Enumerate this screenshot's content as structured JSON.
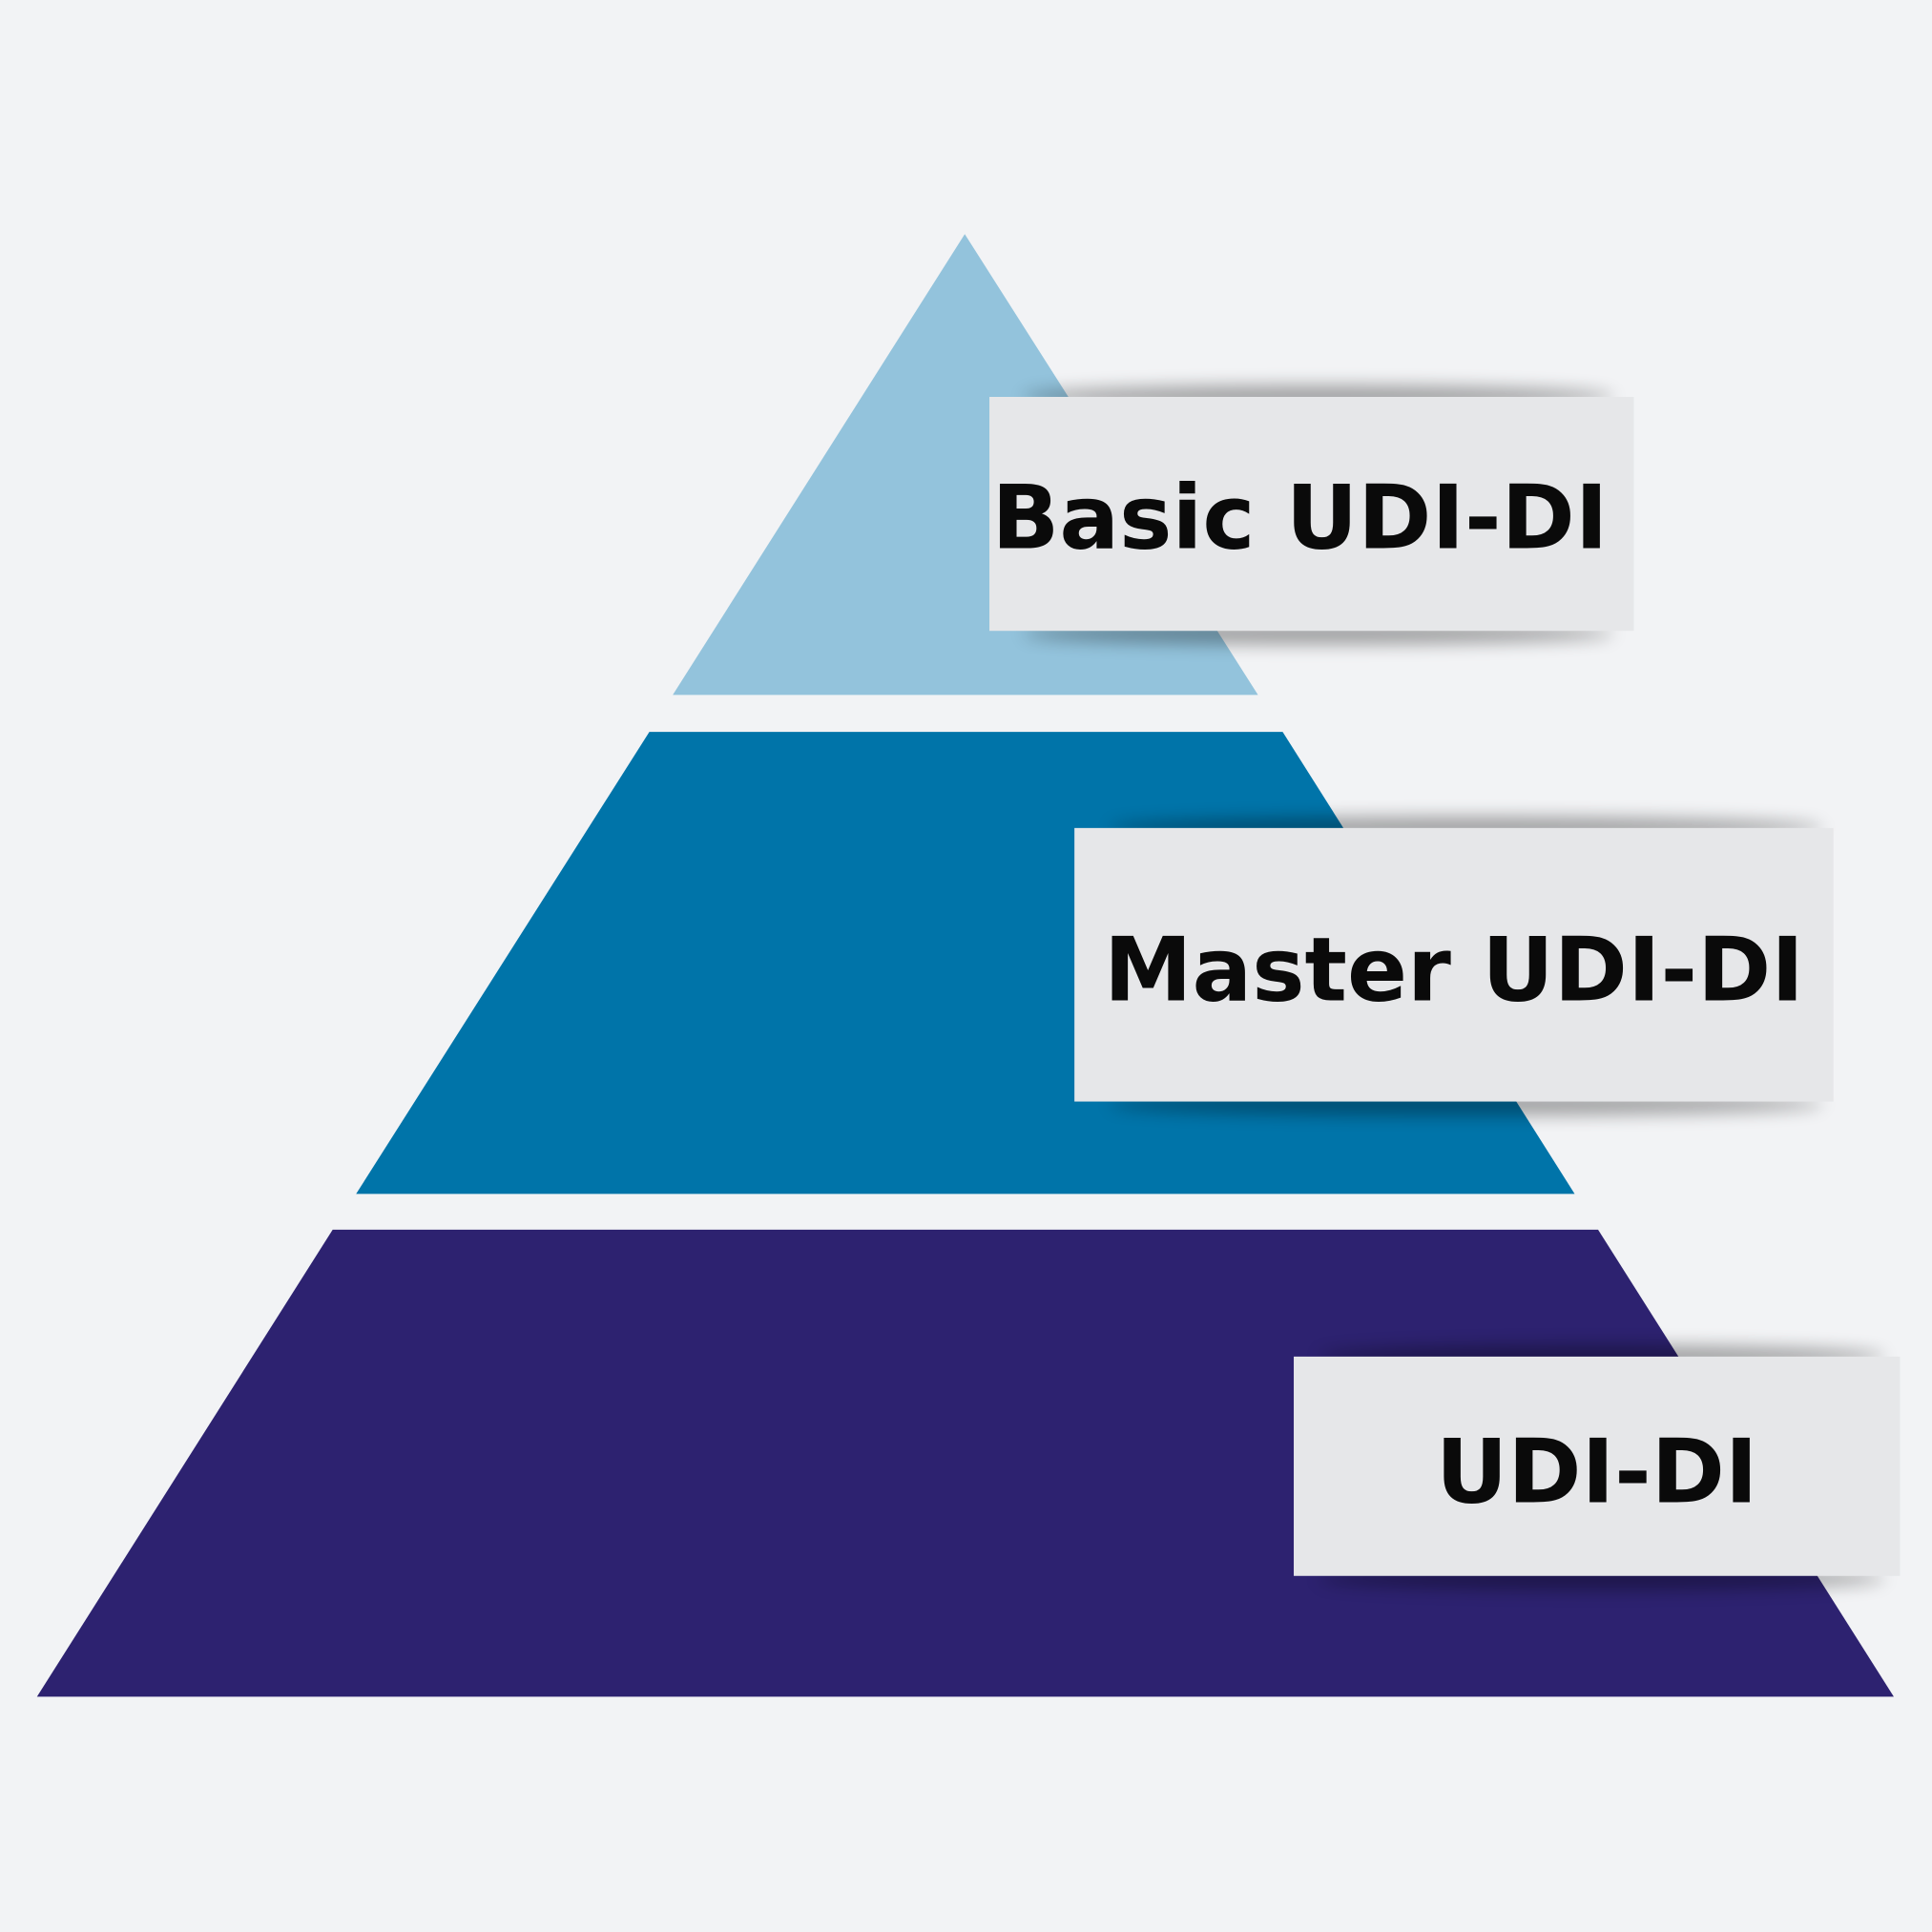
{
  "diagram": {
    "type": "pyramid",
    "levels": [
      {
        "label": "Basic UDI-DI",
        "color": "#93c3dc"
      },
      {
        "label": "Master UDI-DI",
        "color": "#0074a9"
      },
      {
        "label": "UDI-DI",
        "color": "#2d2270"
      }
    ],
    "label_box_color": "#e6e7e9",
    "background": "#f2f3f5"
  }
}
